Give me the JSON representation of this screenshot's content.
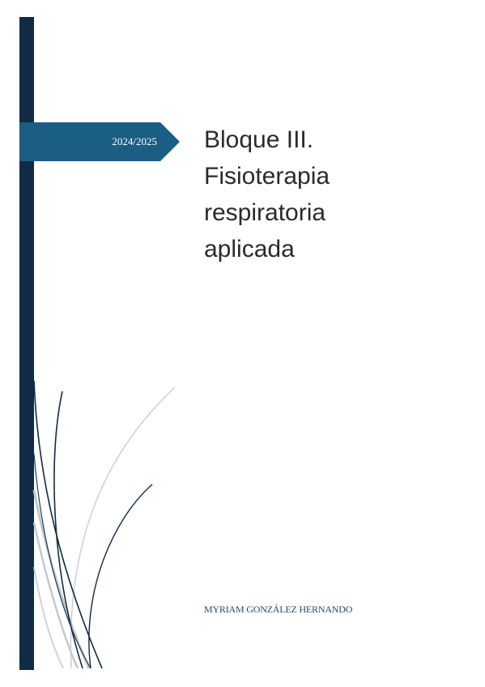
{
  "cover": {
    "year": "2024/2025",
    "title_lines": [
      "Bloque III.",
      "Fisioterapia",
      "respiratoria",
      "aplicada"
    ],
    "author": "MYRIAM GONZÁLEZ HERNANDO"
  },
  "colors": {
    "sidebar": "#0f2b46",
    "banner": "#1b5e84",
    "title_text": "#2a2a2a",
    "author_text": "#1b4d6b",
    "curve_light": "#c4c8cc",
    "curve_dark": "#0f2b46"
  }
}
